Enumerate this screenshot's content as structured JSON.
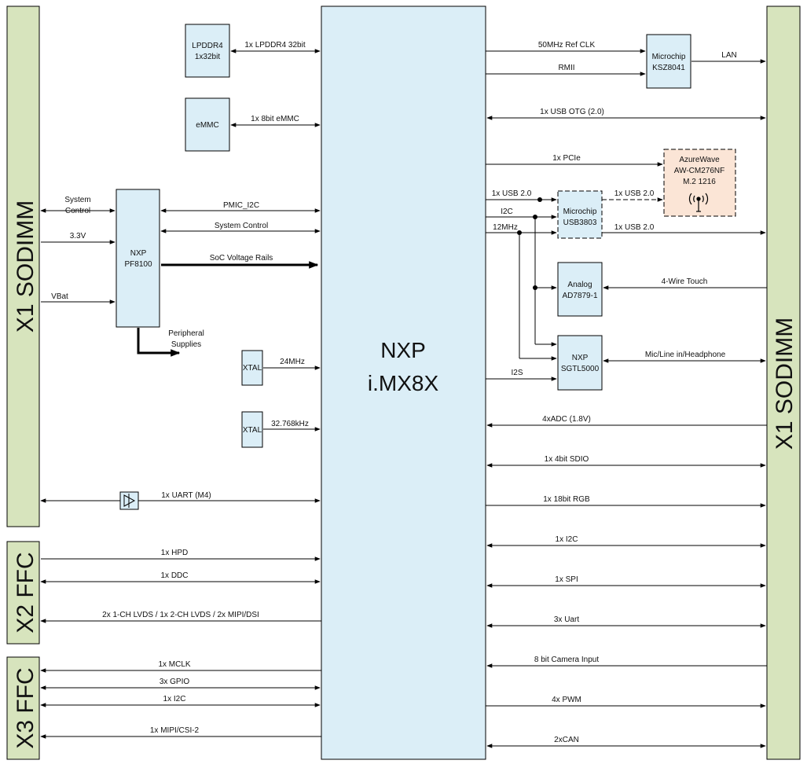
{
  "soc": {
    "line1": "NXP",
    "line2": "i.MX8X"
  },
  "connectors": {
    "x1_left": "X1 SODIMM",
    "x1_right": "X1 SODIMM",
    "x2": "X2 FFC",
    "x3": "X3 FFC"
  },
  "blocks": {
    "lpddr4": {
      "line1": "LPDDR4",
      "line2": "1x32bit"
    },
    "emmc": {
      "line1": "eMMC"
    },
    "pmic": {
      "line1": "NXP",
      "line2": "PF8100"
    },
    "xtal1": {
      "line1": "XTAL"
    },
    "xtal2": {
      "line1": "XTAL"
    },
    "ksz": {
      "line1": "Microchip",
      "line2": "KSZ8041"
    },
    "wifi": {
      "line1": "AzureWave",
      "line2": "AW-CM276NF",
      "line3": "M.2 1216"
    },
    "hub": {
      "line1": "Microchip",
      "line2": "USB3803"
    },
    "touch": {
      "line1": "Analog",
      "line2": "AD7879-1"
    },
    "audio": {
      "line1": "NXP",
      "line2": "SGTL5000"
    }
  },
  "left_labels": {
    "lpddr4_bus": "1x LPDDR4 32bit",
    "emmc_bus": "1x 8bit eMMC",
    "sys_ctrl_1": "System",
    "sys_ctrl_2": "Control",
    "v33": "3.3V",
    "vbat": "VBat",
    "pmic_i2c": "PMIC_I2C",
    "system_control": "System Control",
    "soc_rails": "SoC Voltage Rails",
    "periph_1": "Peripheral",
    "periph_2": "Supplies",
    "f24": "24MHz",
    "f32": "32.768kHz",
    "uart_m4": "1x UART (M4)",
    "hpd": "1x HPD",
    "ddc": "1x DDC",
    "lvds": "2x 1-CH LVDS / 1x 2-CH LVDS / 2x MIPI/DSI",
    "mclk": "1x MCLK",
    "gpio": "3x GPIO",
    "i2c_x3": "1x I2C",
    "mipi_csi": "1x MIPI/CSI-2"
  },
  "right_labels": {
    "refclk": "50MHz Ref CLK",
    "rmii": "RMII",
    "lan": "LAN",
    "usb_otg": "1x USB OTG (2.0)",
    "pcie": "1x PCIe",
    "usb_in": "1x USB 2.0",
    "usb_wifi": "1x USB 2.0",
    "i2c": "I2C",
    "mhz12": "12MHz",
    "usb_out": "1x USB 2.0",
    "touch4": "4-Wire Touch",
    "mic": "Mic/Line in/Headphone",
    "i2s": "I2S",
    "adc": "4xADC (1.8V)",
    "sdio": "1x 4bit SDIO",
    "rgb": "1x 18bit RGB",
    "i2c_r": "1x I2C",
    "spi": "1x SPI",
    "uart3": "3x Uart",
    "camera": "8 bit Camera Input",
    "pwm": "4x PWM",
    "can": "2xCAN"
  },
  "colors": {
    "soc_fill": "#dbeef7",
    "block_fill": "#dbeef7",
    "connector_fill": "#d7e4bd",
    "wifi_fill": "#fbe5d6",
    "line": "#000000"
  },
  "icons": {
    "wifi": "wifi-antenna-icon",
    "buffer": "buffer-icon"
  }
}
